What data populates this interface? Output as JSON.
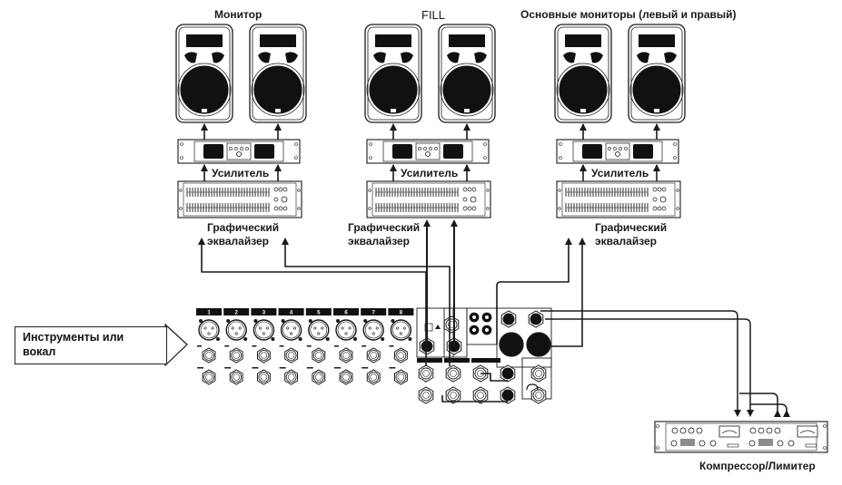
{
  "diagram": {
    "type": "audio-signal-flow",
    "colors": {
      "line": "#1a1a1a",
      "fill_dark": "#111111",
      "panel": "#f2f2f2",
      "background": "#ffffff"
    },
    "speaker_groups": [
      {
        "id": "monitor",
        "title": "Монитор",
        "speaker_count": 2,
        "amplifier_label": "Усилитель",
        "eq_label_line1": "Графический",
        "eq_label_line2": "эквалайзер"
      },
      {
        "id": "fill",
        "title": "FILL",
        "speaker_count": 2,
        "amplifier_label": "Усилитель",
        "eq_label_line1": "Графический",
        "eq_label_line2": "эквалайзер"
      },
      {
        "id": "main",
        "title": "Основные мониторы (левый и правый)",
        "speaker_count": 2,
        "amplifier_label": "Усилитель",
        "eq_label_line1": "Графический",
        "eq_label_line2": "эквалайзер"
      }
    ],
    "input": {
      "label_line1": "Инструменты или",
      "label_line2": "вокал"
    },
    "mixer": {
      "channels": [
        "1",
        "2",
        "3",
        "4",
        "5",
        "6",
        "7",
        "8"
      ]
    },
    "compressor": {
      "label": "Компрессор/Лимитер"
    }
  }
}
